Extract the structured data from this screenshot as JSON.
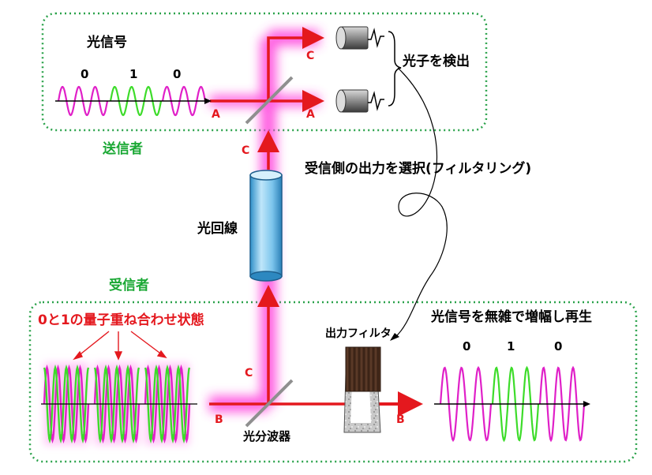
{
  "sender": {
    "box_label": "送信者",
    "signal_title": "光信号",
    "bits": [
      "0",
      "1",
      "0"
    ],
    "detect_label": "光子を検出"
  },
  "receiver": {
    "box_label": "受信者",
    "superposition_label": "0と1の量子重ね合わせ状態",
    "regen_label": "光信号を無雑で増幅し再生",
    "regen_bits": [
      "0",
      "1",
      "0"
    ],
    "filter_label": "出力フィルタ",
    "splitter_label": "光分波器"
  },
  "line_label": "光回線",
  "select_label": "受信側の出力を選択(フィルタリング)",
  "beam_labels": {
    "A_in": "A",
    "A_out": "A",
    "C_top": "C",
    "C_mid": "C",
    "C_bottom": "C",
    "B_in": "B",
    "B_out": "B"
  },
  "colors": {
    "box_border": "#2aa24a",
    "beam": "#e4181e",
    "glow": "#ff3fdc",
    "wave_magenta": "#e020c8",
    "wave_green": "#3ddc2a",
    "fiber": "#7fc8ea",
    "label_green": "#1aa834",
    "label_red": "#e4181e",
    "filter_dark": "#4a2e1e"
  }
}
